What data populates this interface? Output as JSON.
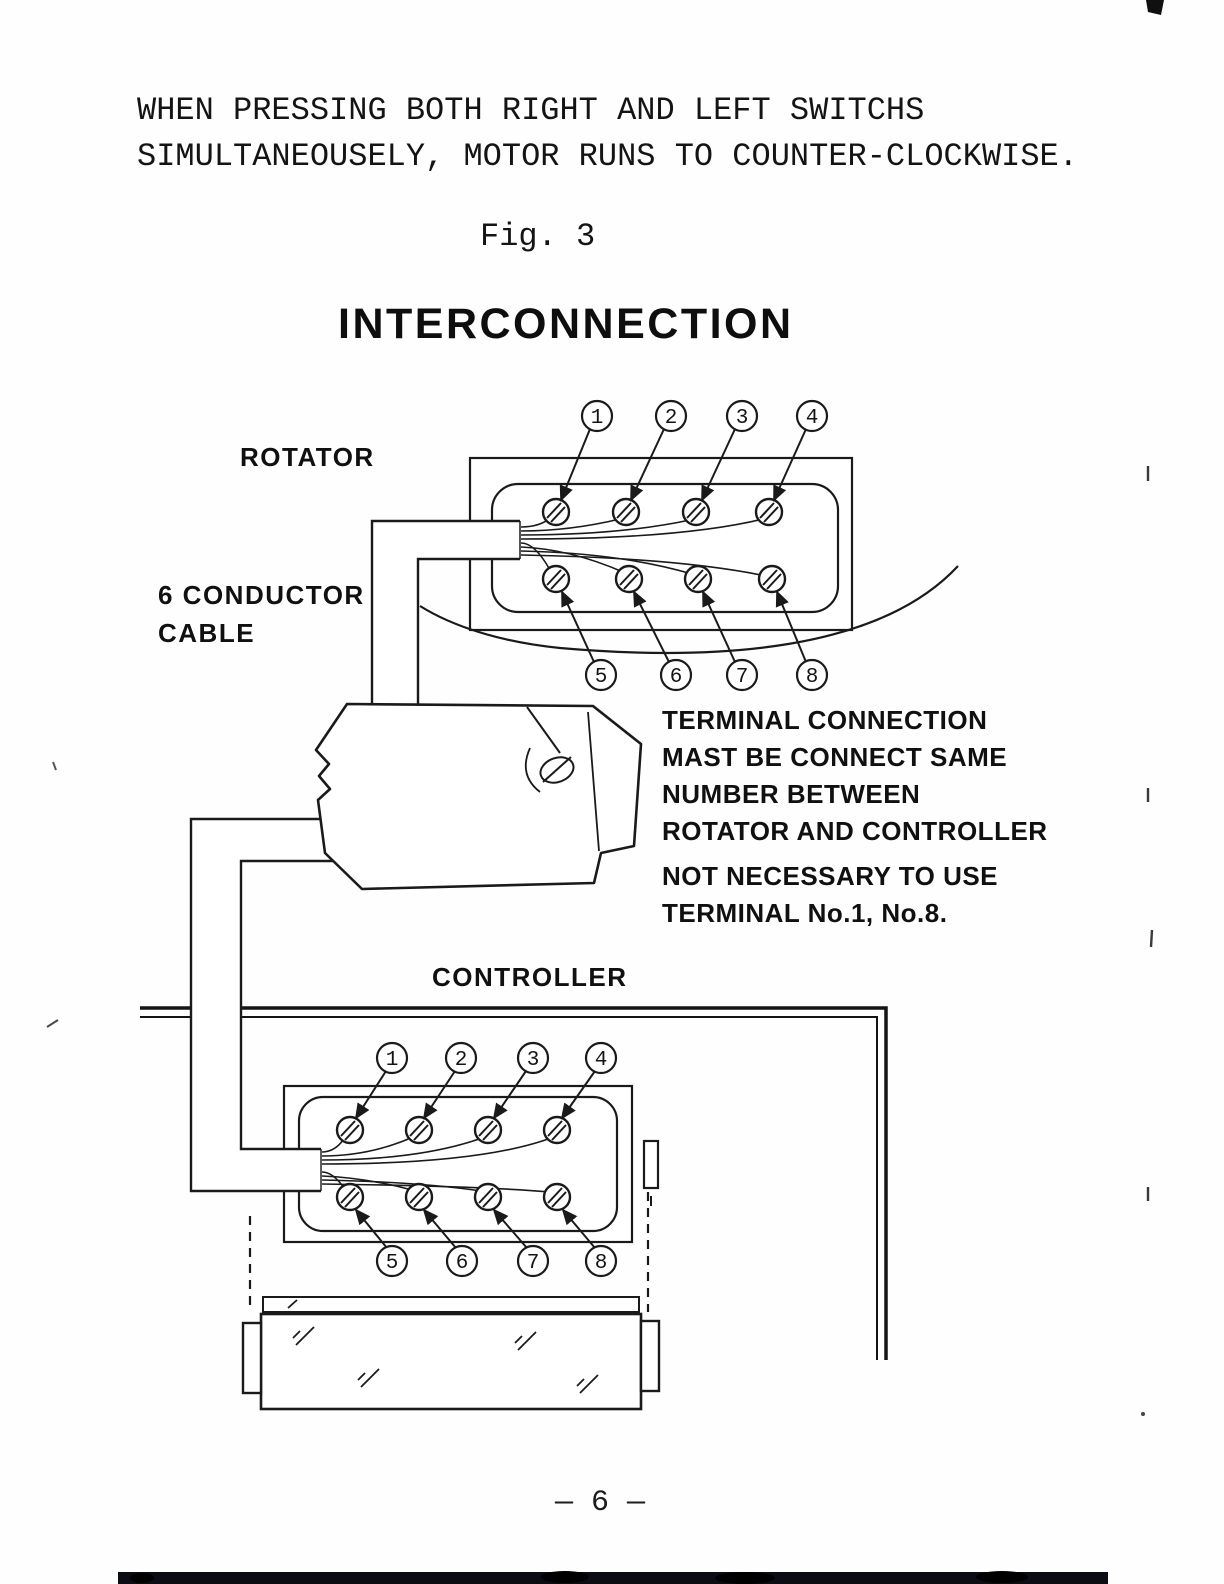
{
  "page": {
    "header_line1": "WHEN PRESSING BOTH RIGHT AND LEFT SWITCHS",
    "header_line2": "SIMULTANEOUSELY, MOTOR RUNS TO COUNTER-CLOCKWISE.",
    "figure_caption": "Fig. 3",
    "title": "INTERCONNECTION",
    "page_number": "— 6 —"
  },
  "diagram": {
    "rotator_label": "ROTATOR",
    "cable_label_line1": "6 CONDUCTOR",
    "cable_label_line2": "CABLE",
    "controller_label": "CONTROLLER",
    "note_connection": {
      "line1": "TERMINAL CONNECTION",
      "line2": "MAST BE CONNECT SAME",
      "line3": "NUMBER BETWEEN",
      "line4": "ROTATOR AND CONTROLLER"
    },
    "note_terminals": {
      "line1": "NOT NECESSARY TO USE",
      "line2": "TERMINAL  No.1, No.8."
    },
    "rotator_terminals": {
      "t1": "1",
      "t2": "2",
      "t3": "3",
      "t4": "4",
      "t5": "5",
      "t6": "6",
      "t7": "7",
      "t8": "8"
    },
    "controller_terminals": {
      "t1": "1",
      "t2": "2",
      "t3": "3",
      "t4": "4",
      "t5": "5",
      "t6": "6",
      "t7": "7",
      "t8": "8"
    }
  }
}
